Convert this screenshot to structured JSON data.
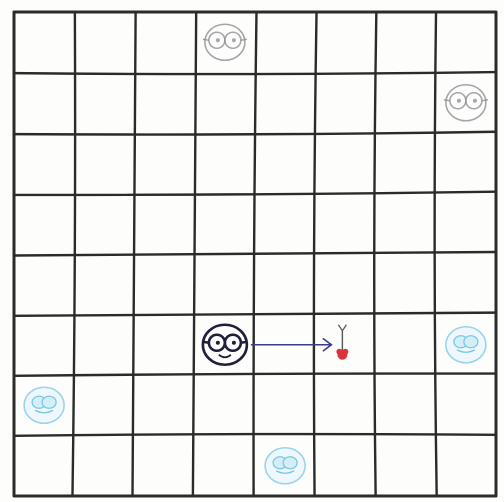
{
  "board": {
    "rows": 8,
    "cols": 8,
    "line_color": "#2b2b2b",
    "paper_color": "#fdfdfc"
  },
  "pieces": [
    {
      "kind": "glasses-face",
      "style": "faded",
      "row": 0,
      "col": 3,
      "color": "#8a8a8a"
    },
    {
      "kind": "glasses-face",
      "style": "faded",
      "row": 1,
      "col": 7,
      "color": "#8a8a8a"
    },
    {
      "kind": "glasses-face",
      "style": "active",
      "row": 5,
      "col": 3,
      "color": "#1f1f3a"
    },
    {
      "kind": "cyan-face",
      "style": "light",
      "row": 5,
      "col": 7,
      "color": "#7cc7e0"
    },
    {
      "kind": "cyan-face",
      "style": "light",
      "row": 6,
      "col": 0,
      "color": "#7cc7e0"
    },
    {
      "kind": "cyan-face",
      "style": "light",
      "row": 7,
      "col": 4,
      "color": "#7cc7e0"
    }
  ],
  "goal": {
    "kind": "flower-target",
    "row": 5,
    "col": 5,
    "color": "#d9333b"
  },
  "move_arrow": {
    "from": {
      "row": 5,
      "col": 3
    },
    "to": {
      "row": 5,
      "col": 5
    },
    "color": "#3b3b8f"
  }
}
